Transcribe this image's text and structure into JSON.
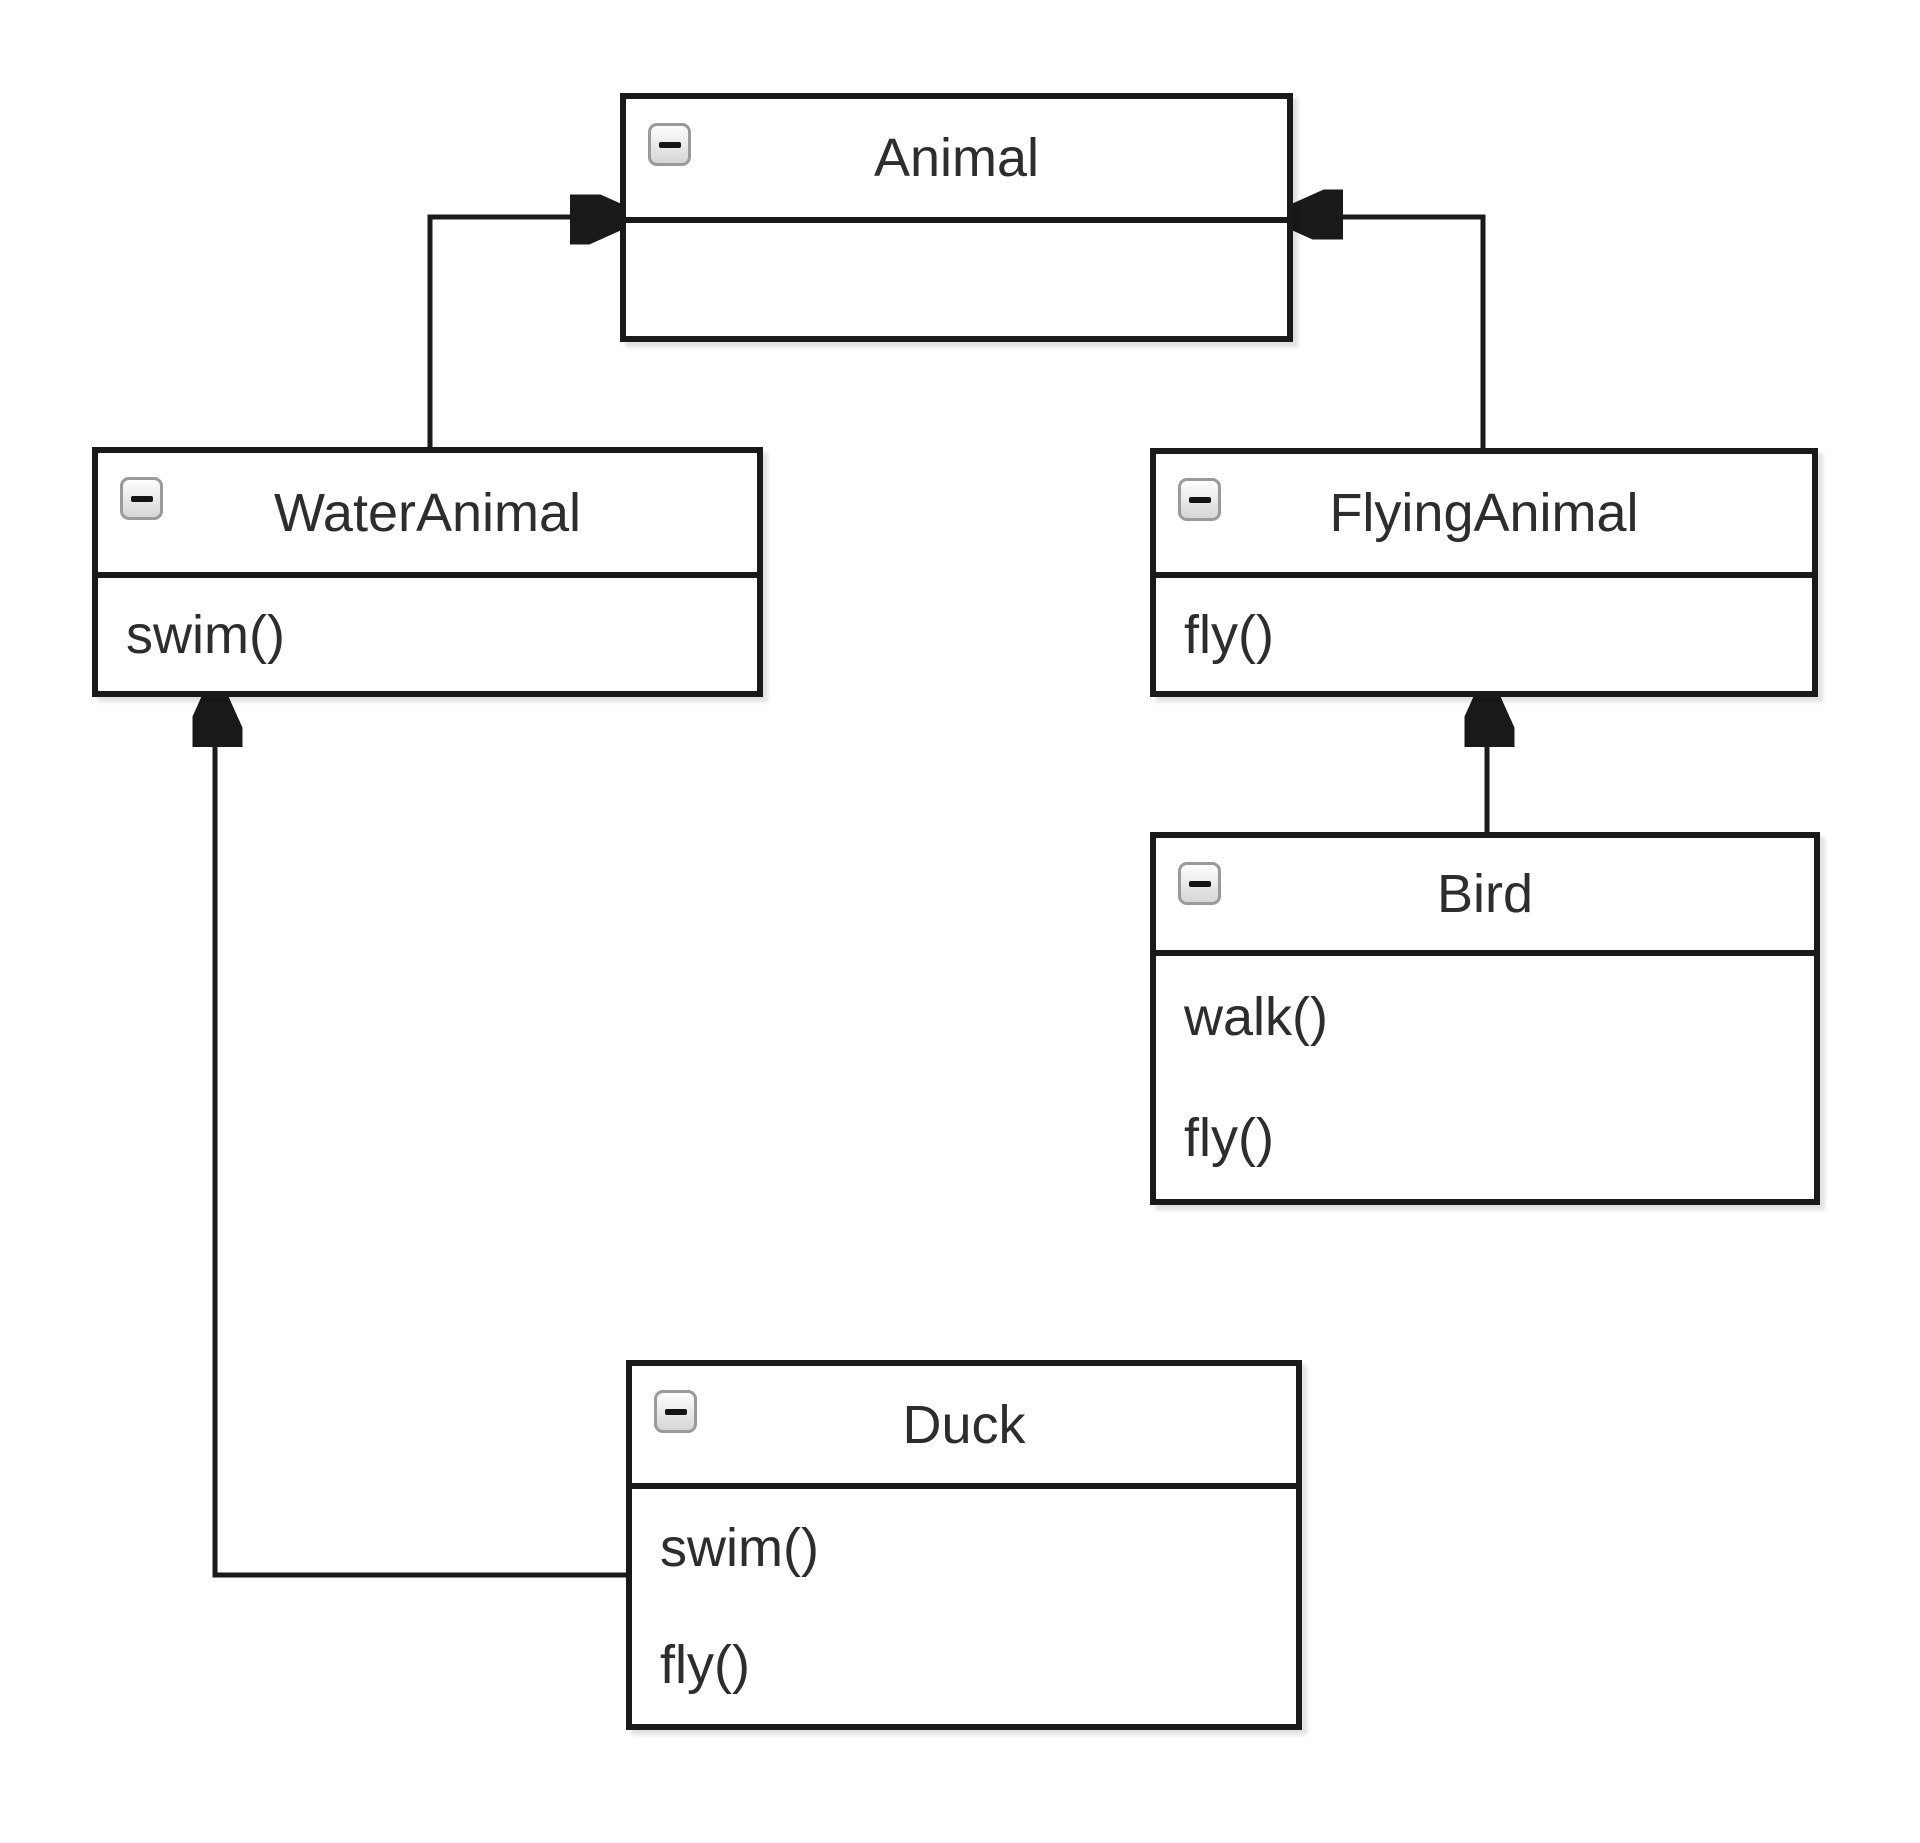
{
  "diagram": {
    "kind": "uml-class-diagram",
    "classes": [
      {
        "id": "animal",
        "name": "Animal",
        "methods": []
      },
      {
        "id": "waterAnimal",
        "name": "WaterAnimal",
        "methods": [
          "swim()"
        ]
      },
      {
        "id": "flyingAnimal",
        "name": "FlyingAnimal",
        "methods": [
          "fly()"
        ]
      },
      {
        "id": "bird",
        "name": "Bird",
        "methods": [
          "walk()",
          "fly()"
        ]
      },
      {
        "id": "duck",
        "name": "Duck",
        "methods": [
          "swim()",
          "fly()"
        ]
      }
    ],
    "relations": [
      {
        "from": "WaterAnimal",
        "to": "Animal",
        "type": "inheritance-arrow"
      },
      {
        "from": "FlyingAnimal",
        "to": "Animal",
        "type": "inheritance-arrow"
      },
      {
        "from": "Bird",
        "to": "FlyingAnimal",
        "type": "inheritance-arrow"
      },
      {
        "from": "Duck",
        "to": "WaterAnimal",
        "type": "inheritance-arrow"
      }
    ],
    "icons": {
      "collapse": "collapse-minus-icon"
    },
    "colors": {
      "background": "#ffffff",
      "box_fill": "#ffffff",
      "border": "#1a1a1a",
      "line": "#1a1a1a",
      "text": "#2d2d2d",
      "collapse_btn_border": "#9a9a9a"
    }
  }
}
